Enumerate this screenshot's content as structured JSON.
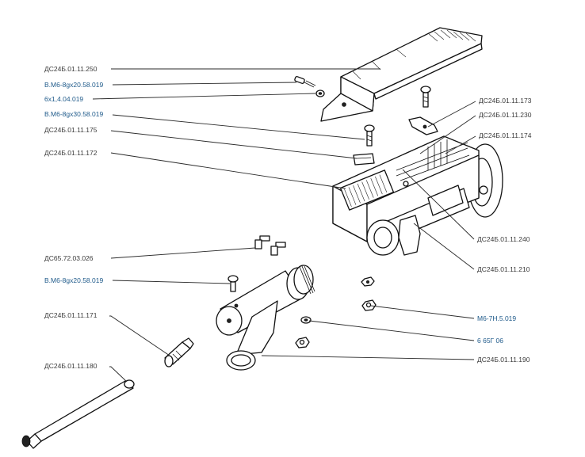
{
  "callouts": [
    {
      "id": "ds24b-01-11-250",
      "text": "ДС24Б.01.11.250",
      "color": "#3a3a3a"
    },
    {
      "id": "v-m6-8x20-58-019-top",
      "text": "В.М6-8gх20.58.019",
      "color": "#1f5a8a"
    },
    {
      "id": "6x1-4-04-019",
      "text": "6х1,4.04.019",
      "color": "#1f5a8a"
    },
    {
      "id": "v-m6-8x30-58-019",
      "text": "В.М6-8gх30.58.019",
      "color": "#1f5a8a"
    },
    {
      "id": "ds24b-01-11-175",
      "text": "ДС24Б.01.11.175",
      "color": "#3a3a3a"
    },
    {
      "id": "ds24b-01-11-172",
      "text": "ДС24Б.01.11.172",
      "color": "#3a3a3a"
    },
    {
      "id": "ds65-72-03-026",
      "text": "ДС65.72.03.026",
      "color": "#3a3a3a"
    },
    {
      "id": "v-m6-8x20-58-019-mid",
      "text": "В.М6-8gх20.58.019",
      "color": "#1f5a8a"
    },
    {
      "id": "ds24b-01-11-171",
      "text": "ДС24Б.01.11.171",
      "color": "#3a3a3a"
    },
    {
      "id": "ds24b-01-11-180",
      "text": "ДС24Б.01.11.180",
      "color": "#3a3a3a"
    },
    {
      "id": "ds24b-01-11-173",
      "text": "ДС24Б.01.11.173",
      "color": "#3a3a3a"
    },
    {
      "id": "ds24b-01-11-230",
      "text": "ДС24Б.01.11.230",
      "color": "#3a3a3a"
    },
    {
      "id": "ds24b-01-11-174",
      "text": "ДС24Б.01.11.174",
      "color": "#3a3a3a"
    },
    {
      "id": "ds24b-01-11-240",
      "text": "ДС24Б.01.11.240",
      "color": "#3a3a3a"
    },
    {
      "id": "ds24b-01-11-210",
      "text": "ДС24Б.01.11.210",
      "color": "#3a3a3a"
    },
    {
      "id": "m6-7n-5-019",
      "text": "М6-7Н.5.019",
      "color": "#1f5a8a"
    },
    {
      "id": "6-65g-06",
      "text": "6 65Г 06",
      "color": "#1f5a8a"
    },
    {
      "id": "ds24b-01-11-190",
      "text": "ДС24Б.01.11.190",
      "color": "#3a3a3a"
    }
  ]
}
